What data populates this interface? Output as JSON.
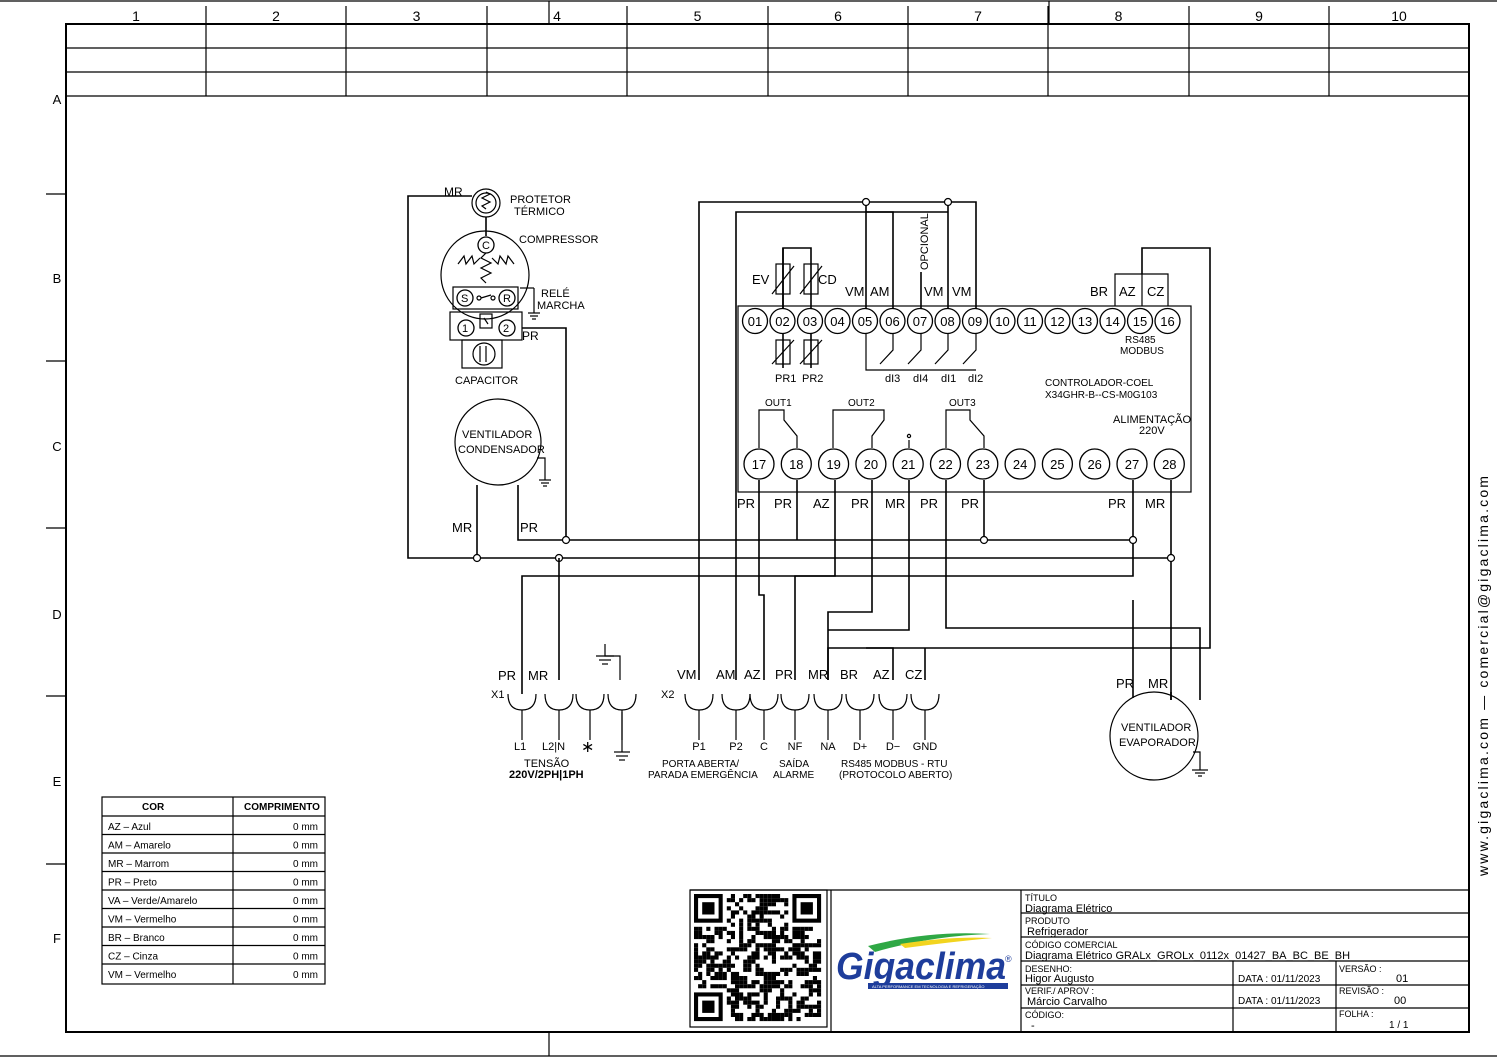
{
  "border": {
    "columns": [
      "1",
      "2",
      "3",
      "4",
      "5",
      "6",
      "7",
      "8",
      "9",
      "10"
    ],
    "rows": [
      "A",
      "B",
      "C",
      "D",
      "E",
      "F"
    ]
  },
  "compressor": {
    "mr": "MR",
    "protector": [
      "PROTETOR",
      "TÉRMICO"
    ],
    "compressor": "COMPRESSOR",
    "relay": [
      "RELÉ",
      "MARCHA"
    ],
    "c": "C",
    "s": "S",
    "r": "R",
    "p1": "1",
    "p2": "2",
    "pr": "PR",
    "capacitor": "CAPACITOR"
  },
  "cond_fan": {
    "label": [
      "VENTILADOR",
      "CONDENSADOR"
    ],
    "mr": "MR",
    "pr": "PR"
  },
  "controller": {
    "top_wires": [
      "VM",
      "AM",
      "OPCIONAL",
      "VM",
      "VM",
      "BR",
      "AZ",
      "CZ"
    ],
    "ev": "EV",
    "cd": "CD",
    "top_terminals": [
      "01",
      "02",
      "03",
      "04",
      "05",
      "06",
      "07",
      "08",
      "09",
      "10",
      "11",
      "12",
      "13",
      "14",
      "15",
      "16"
    ],
    "probes": [
      "PR1",
      "PR2"
    ],
    "digital_inputs": [
      "dI3",
      "dI4",
      "dI1",
      "dI2"
    ],
    "rs485": [
      "RS485",
      "MODBUS"
    ],
    "name": [
      "CONTROLADOR-COEL",
      "X34GHR-B--CS-M0G103"
    ],
    "outputs": [
      "OUT1",
      "OUT2",
      "OUT3"
    ],
    "power": [
      "ALIMENTAÇÃO",
      "220V"
    ],
    "bottom_terminals": [
      "17",
      "18",
      "19",
      "20",
      "21",
      "22",
      "23",
      "24",
      "25",
      "26",
      "27",
      "28"
    ],
    "bottom_wires": [
      "PR",
      "PR",
      "AZ",
      "PR",
      "MR",
      "PR",
      "PR",
      "PR",
      "MR"
    ]
  },
  "x1": {
    "id": "X1",
    "wires": [
      "PR",
      "MR"
    ],
    "terminals": [
      "L1",
      "L2|N",
      "∗"
    ],
    "caption": [
      "TENSÃO",
      "220V/2PH|1PH"
    ]
  },
  "x2": {
    "id": "X2",
    "wires": [
      "VM",
      "AM",
      "AZ",
      "PR",
      "MR",
      "BR",
      "AZ",
      "CZ"
    ],
    "terminals": [
      "P1",
      "P2",
      "C",
      "NF",
      "NA",
      "D+",
      "D−",
      "GND"
    ],
    "cap1": [
      "PORTA ABERTA/",
      "PARADA EMERGÊNCIA"
    ],
    "cap2": [
      "SAÍDA",
      "ALARME"
    ],
    "cap3": [
      "RS485 MODBUS - RTU",
      "(PROTOCOLO ABERTO)"
    ]
  },
  "evap_fan": {
    "label": [
      "VENTILADOR",
      "EVAPORADOR"
    ],
    "pr": "PR",
    "mr": "MR"
  },
  "color_table": {
    "headers": [
      "COR",
      "COMPRIMENTO"
    ],
    "rows": [
      {
        "cor": "AZ  –  Azul",
        "len": "0  mm"
      },
      {
        "cor": "AM  –  Amarelo",
        "len": "0  mm"
      },
      {
        "cor": "MR  –  Marrom",
        "len": "0  mm"
      },
      {
        "cor": "PR  –  Preto",
        "len": "0  mm"
      },
      {
        "cor": "VA  –  Verde/Amarelo",
        "len": "0  mm"
      },
      {
        "cor": "VM  –  Vermelho",
        "len": "0  mm"
      },
      {
        "cor": "BR  –  Branco",
        "len": "0  mm"
      },
      {
        "cor": "CZ  –  Cinza",
        "len": "0  mm"
      },
      {
        "cor": "VM  –  Vermelho",
        "len": "0  mm"
      }
    ]
  },
  "logo": {
    "text": "Gigaclima",
    "registered": "®",
    "tagline": "ALTA PERFORMANCE EM TECNOLOGIA E REFRIGERAÇÃO",
    "colors": {
      "blue": "#1e3d9b",
      "green": "#2fa845",
      "yellow": "#f2d41f"
    }
  },
  "title_block": {
    "titulo_label": "TÍTULO",
    "titulo": "Diagrama Elétrico",
    "produto_label": "PRODUTO",
    "produto": "Refrigerador",
    "codigo_label": "CÓDIGO COMERCIAL",
    "codigo": "Diagrama Elétrico GRALx_GROLx_0112x_01427_BA_BC_BE_BH",
    "desenho_label": "DESENHO:",
    "desenho": "Higor Augusto",
    "data1": "DATA : 01/11/2023",
    "versao_label": "VERSÃO :",
    "versao": "01",
    "verif_label": "VERIF./ APROV :",
    "verif": "Márcio Carvalho",
    "data2": "DATA : 01/11/2023",
    "revisao_label": "REVISÃO :",
    "revisao": "00",
    "codigo2_label": "CÓDIGO:",
    "codigo2": "-",
    "folha_label": "FOLHA :",
    "folha": "1 / 1"
  },
  "side_text": "www.gigaclima.com  —  comercial@gigaclima.com"
}
